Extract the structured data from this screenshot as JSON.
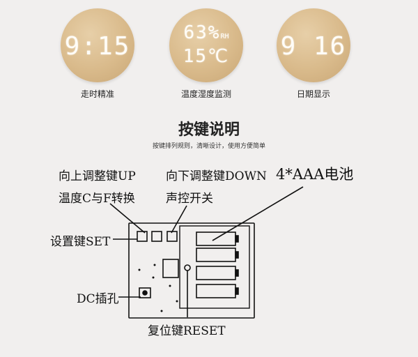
{
  "features": [
    {
      "display": "9:15",
      "caption": "走时精准"
    },
    {
      "display_top": "63%",
      "display_top_unit": "RH",
      "display_bottom": "15℃",
      "caption": "温度湿度监测"
    },
    {
      "display": "9 16",
      "caption": "日期显示"
    }
  ],
  "section": {
    "title": "按键说明",
    "subtitle": "按键排列规则，清晰设计，使用方便简单"
  },
  "labels": {
    "up_key": "向上调整键UP",
    "c_f_toggle": "温度C与F转换",
    "down_key": "向下调整键DOWN",
    "voice_switch": "声控开关",
    "battery": "4*AAA电池",
    "set_key": "设置键SET",
    "dc_jack": "DC插孔",
    "reset_key": "复位键RESET"
  }
}
